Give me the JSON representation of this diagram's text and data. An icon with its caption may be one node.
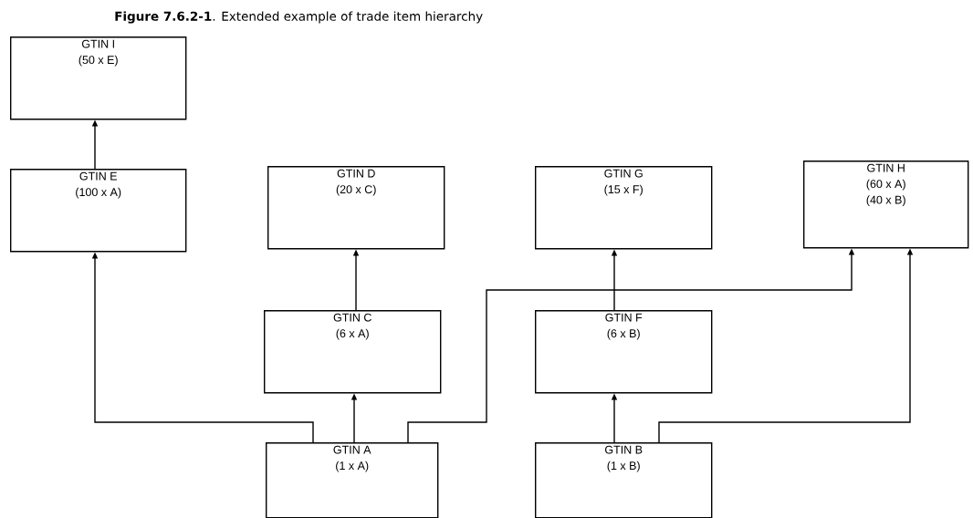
{
  "diagram": {
    "title": "**Figure 7.6.2-1**. Extended example of trade item hierarchy",
    "nodes": [
      {
        "text": [
          "GTIN I",
          "(50 x E)"
        ]
      },
      {
        "text": [
          "GTIN E",
          "(100 x A)"
        ]
      },
      {
        "text": [
          "GTIN D",
          "(20 x C)"
        ]
      },
      {
        "text": [
          "GTIN G",
          "(15 x F)"
        ]
      },
      {
        "text": [
          "GTIN H",
          "(60 x A)",
          "(40 x B)"
        ]
      },
      {
        "text": [
          "GTIN C",
          "(6 x A)"
        ]
      },
      {
        "text": [
          "GTIN F",
          "(6 x B)"
        ]
      },
      {
        "text": [
          "GTIN A",
          "(1 x A)"
        ]
      },
      {
        "text": [
          "GTIN B",
          "(1 x B)"
        ]
      }
    ],
    "edges": [
      {
        "from": 1,
        "to": 0,
        "arrow": "to"
      },
      {
        "from": 7,
        "to": 1,
        "arrow": "to"
      },
      {
        "from": 7,
        "to": 5,
        "arrow": "to"
      },
      {
        "from": 5,
        "to": 2,
        "arrow": "to"
      },
      {
        "from": 7,
        "to": 4,
        "arrow": "to"
      },
      {
        "from": 8,
        "to": 6,
        "arrow": "to"
      },
      {
        "from": 6,
        "to": 3,
        "arrow": "to"
      },
      {
        "from": 8,
        "to": 4,
        "arrow": "to"
      }
    ]
  }
}
